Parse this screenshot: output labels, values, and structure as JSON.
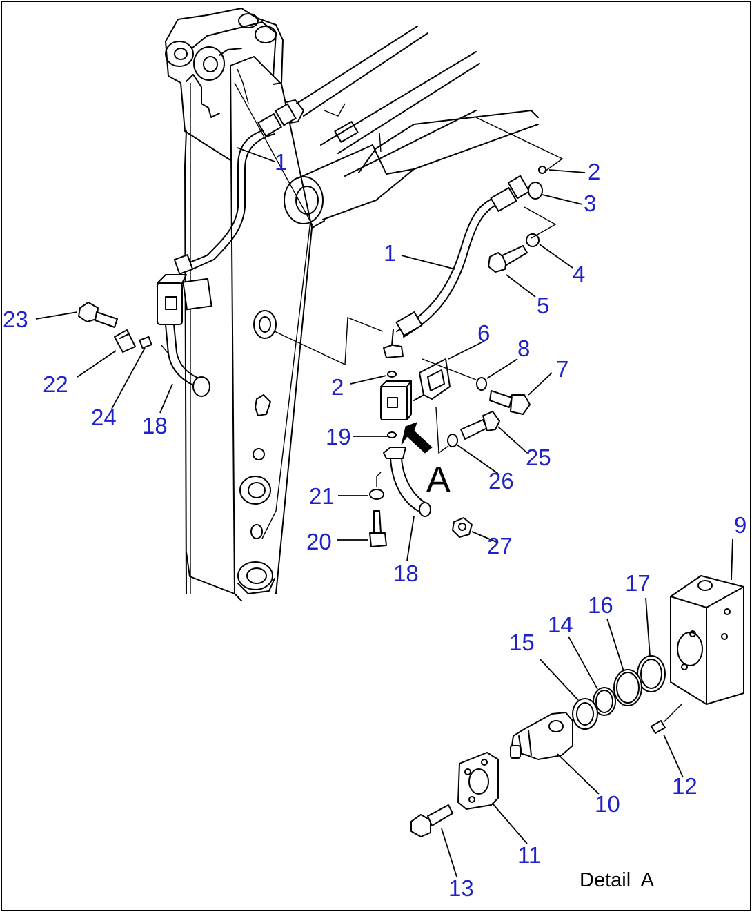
{
  "callouts": {
    "c1a": "1",
    "c1b": "1",
    "c2a": "2",
    "c2b": "2",
    "c3": "3",
    "c4": "4",
    "c5": "5",
    "c6": "6",
    "c7": "7",
    "c8": "8",
    "c9": "9",
    "c10": "10",
    "c11": "11",
    "c12": "12",
    "c13": "13",
    "c14": "14",
    "c15": "15",
    "c16": "16",
    "c17": "17",
    "c18a": "18",
    "c18b": "18",
    "c19": "19",
    "c20": "20",
    "c21": "21",
    "c22": "22",
    "c23": "23",
    "c24": "24",
    "c25": "25",
    "c26": "26",
    "c27": "27"
  },
  "view_marker": "A",
  "detail_caption": "Detail  A",
  "colors": {
    "callout": "#1f22c8",
    "linework": "#000000",
    "background": "#ffffff"
  }
}
